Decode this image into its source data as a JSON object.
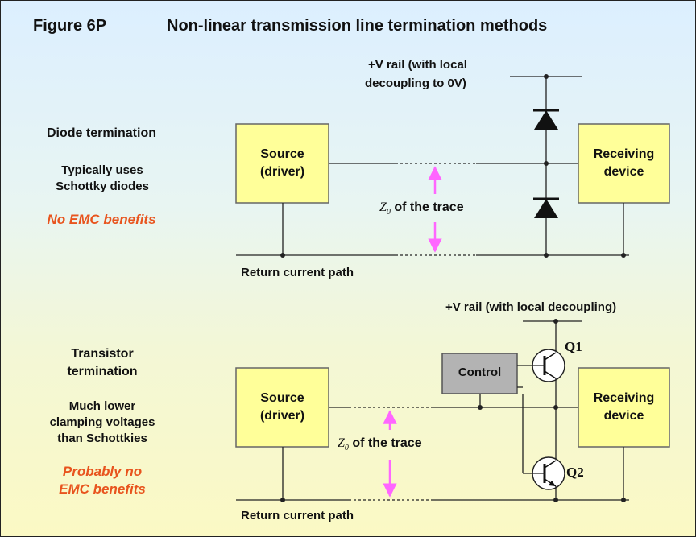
{
  "title": {
    "figure": "Figure 6P",
    "text": "Non-linear transmission line termination methods"
  },
  "top": {
    "heading": "Diode termination",
    "note_line1": "Typically uses",
    "note_line2": "Schottky diodes",
    "emc": "No EMC benefits",
    "rail_line1": "+V rail (with local",
    "rail_line2": "decoupling to 0V)",
    "source_line1": "Source",
    "source_line2": "(driver)",
    "receiver_line1": "Receiving",
    "receiver_line2": "device",
    "z_label": "Z",
    "z_sub": "0",
    "z_suffix": " of the trace",
    "return": "Return current path"
  },
  "bottom": {
    "heading_line1": "Transistor",
    "heading_line2": "termination",
    "note_line1": "Much lower",
    "note_line2": "clamping voltages",
    "note_line3": "than Schottkies",
    "emc_line1": "Probably no",
    "emc_line2": "EMC benefits",
    "rail": "+V rail (with local decoupling)",
    "control": "Control",
    "q1": "Q1",
    "q2": "Q2",
    "source_line1": "Source",
    "source_line2": "(driver)",
    "receiver_line1": "Receiving",
    "receiver_line2": "device",
    "z_label": "Z",
    "z_sub": "0",
    "z_suffix": " of the trace",
    "return": "Return current path"
  },
  "colors": {
    "box_fill": "#ffff99",
    "control_fill": "#b3b3b3",
    "arrow": "#ff66ff",
    "emc_text": "#e8541e"
  }
}
